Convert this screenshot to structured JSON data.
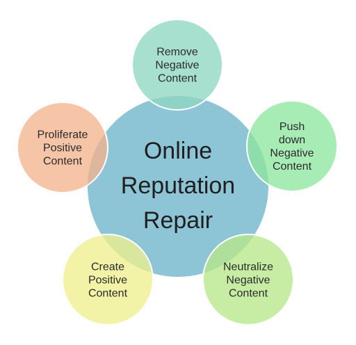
{
  "diagram": {
    "center": {
      "lines": [
        "Online",
        "Reputation",
        "Repair"
      ],
      "fill": "#8ec5d6",
      "stroke": "#ffffff"
    },
    "satellites": [
      {
        "id": "remove-negative-content",
        "lines": [
          "Remove",
          "Negative",
          "Content"
        ],
        "fill": "#8fd7c2"
      },
      {
        "id": "push-down-negative-content",
        "lines": [
          "Push",
          "down",
          "Negative",
          "Content"
        ],
        "fill": "#8ee6a0"
      },
      {
        "id": "neutralize-negative-content",
        "lines": [
          "Neutralize",
          "Negative",
          "Content"
        ],
        "fill": "#b7e88a"
      },
      {
        "id": "create-positive-content",
        "lines": [
          "Create",
          "Positive",
          "Content"
        ],
        "fill": "#eef08d"
      },
      {
        "id": "proliferate-positive-content",
        "lines": [
          "Proliferate",
          "Positive",
          "Content"
        ],
        "fill": "#f3b38d"
      }
    ],
    "palette": {
      "background": "#ffffff",
      "text": "#222222",
      "outline": "#ffffff"
    }
  }
}
